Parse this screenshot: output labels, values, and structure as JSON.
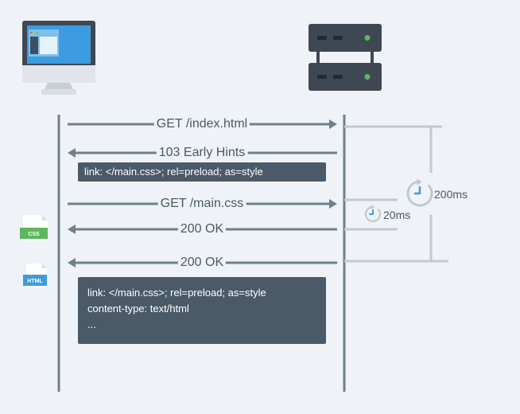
{
  "colors": {
    "background": "#eff2f6",
    "line": "#6f7f8c",
    "light_line": "#c0c9d1",
    "note_box": "#4a5a68",
    "css_badge": "#5cb85c",
    "html_badge": "#3d9be0",
    "monitor_screen": "#3d9be0"
  },
  "icons": {
    "client": "desktop-monitor-icon",
    "server": "server-rack-icon",
    "css_file": "css-file-icon",
    "html_file": "html-file-icon",
    "timer": "clock-timer-icon"
  },
  "messages": [
    {
      "text": "GET /index.html",
      "direction": "client-to-server"
    },
    {
      "text": "103 Early Hints",
      "direction": "server-to-client"
    },
    {
      "text": "GET /main.css",
      "direction": "client-to-server"
    },
    {
      "text": "200 OK",
      "direction": "server-to-client"
    },
    {
      "text": "200 OK",
      "direction": "server-to-client"
    }
  ],
  "early_hints_box": {
    "lines": [
      "link: </main.css>; rel=preload; as=style"
    ]
  },
  "final_response_box": {
    "lines": [
      "link: </main.css>; rel=preload; as=style",
      "content-type: text/html",
      "..."
    ]
  },
  "timers": {
    "outer": "200ms",
    "inner": "20ms"
  },
  "files": {
    "css": "CSS",
    "html": "HTML"
  }
}
